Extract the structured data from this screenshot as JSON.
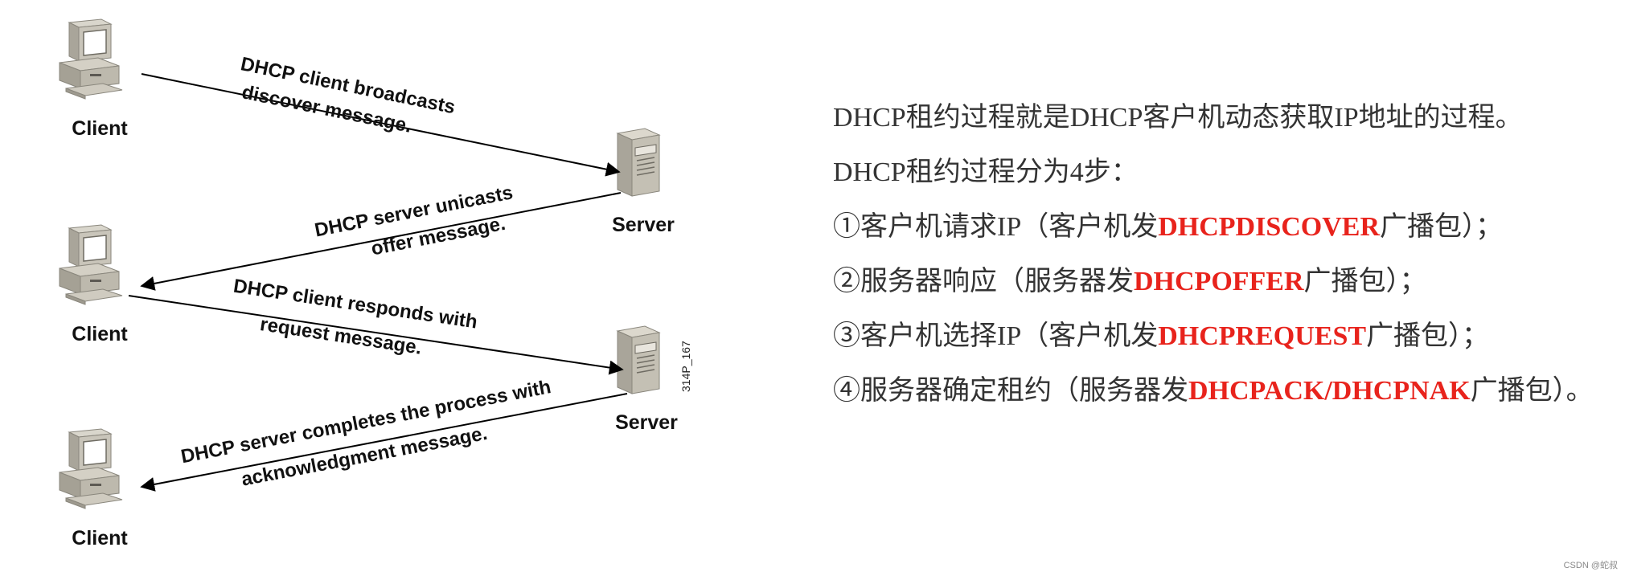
{
  "diagram": {
    "nodes": [
      {
        "id": "client-1",
        "label": "Client"
      },
      {
        "id": "server-1",
        "label": "Server"
      },
      {
        "id": "client-2",
        "label": "Client"
      },
      {
        "id": "server-2",
        "label": "Server"
      },
      {
        "id": "client-3",
        "label": "Client"
      }
    ],
    "messages": [
      {
        "line1": "DHCP client broadcasts",
        "line2": "discover message."
      },
      {
        "line1": "DHCP server unicasts",
        "line2": "offer message."
      },
      {
        "line1": "DHCP client responds with",
        "line2": "request message."
      },
      {
        "line1": "DHCP server completes the process with",
        "line2": "acknowledgment message."
      }
    ],
    "figure_id": "314P_167"
  },
  "text": {
    "intro": "DHCP租约过程就是DHCP客户机动态获取IP地址的过程。",
    "steps_heading": "DHCP租约过程分为4步：",
    "steps": [
      {
        "num": "①",
        "pre": "客户机请求IP（客户机发",
        "kw": "DHCPDISCOVER",
        "post": "广播包）；"
      },
      {
        "num": "②",
        "pre": "服务器响应（服务器发",
        "kw": "DHCPOFFER",
        "post": "广播包）；"
      },
      {
        "num": "③",
        "pre": "客户机选择IP（客户机发",
        "kw": "DHCPREQUEST",
        "post": "广播包）；"
      },
      {
        "num": "④",
        "pre": "服务器确定租约（服务器发",
        "kw": "DHCPACK/DHCPNAK",
        "post": "广播包）。"
      }
    ],
    "keyword_color": "#e8231c"
  },
  "watermark": "CSDN @蛇叔"
}
